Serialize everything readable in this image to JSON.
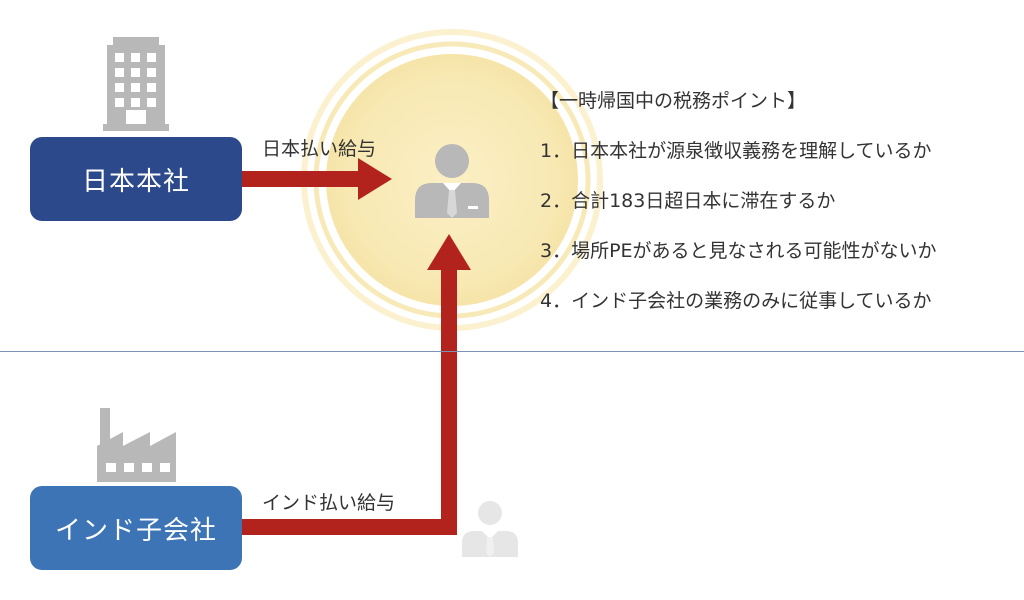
{
  "entities": {
    "japan_hq": "日本本社",
    "india_sub": "インド子会社"
  },
  "flows": {
    "japan_salary": "日本払い給与",
    "india_salary": "インド払い給与"
  },
  "tax_points": {
    "heading": "【一時帰国中の税務ポイント】",
    "items": [
      "1．日本本社が源泉徴収義務を理解しているか",
      "2．合計183日超日本に滞在するか",
      "3．場所PEがあると見なされる可能性がないか",
      "4．インド子会社の業務のみに従事しているか"
    ]
  },
  "colors": {
    "japan_box": "#2c4a8b",
    "india_box": "#3c74b6",
    "arrow": "#b3231e",
    "icon_gray": "#b8b8b8",
    "glow": "#f6e7b0",
    "divider": "#7f93b9"
  },
  "icons": {
    "japan_building": "office-building-icon",
    "india_factory": "factory-icon",
    "employee": "person-with-tie-icon",
    "employee_faded": "person-with-tie-icon"
  }
}
